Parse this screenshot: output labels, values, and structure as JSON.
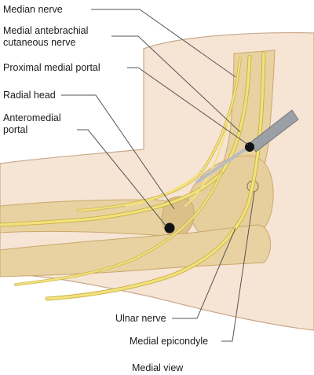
{
  "labels": {
    "median_nerve": "Median nerve",
    "medial_antebrachial_line1": "Medial antebrachial",
    "medial_antebrachial_line2": "cutaneous nerve",
    "proximal_medial_portal": "Proximal medial portal",
    "radial_head": "Radial head",
    "anteromedial_portal_line1": "Anteromedial",
    "anteromedial_portal_line2": "portal",
    "ulnar_nerve": "Ulnar nerve",
    "medial_epicondyle": "Medial epicondyle"
  },
  "caption": "Medial view",
  "colors": {
    "skin": "#f6e4d4",
    "skin_outline": "#c9a98c",
    "bone": "#e8d2a2",
    "bone_shadow": "#c9a86a",
    "nerve": "#f3e27c",
    "nerve_outline": "#c7b04a",
    "portal": "#111111",
    "instrument": "#9aa0a6",
    "leader_line": "#555555"
  }
}
